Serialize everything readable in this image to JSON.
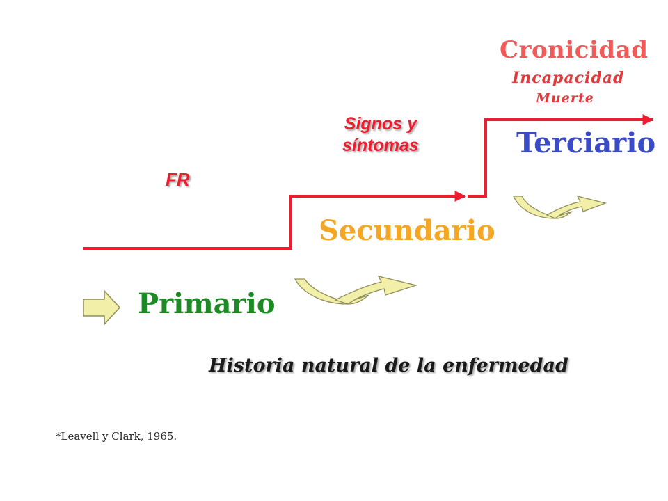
{
  "labels": {
    "cronicidad": "Cronicidad",
    "incapacidad": "Incapacidad",
    "muerte": "Muerte",
    "signos_line1": "Signos y",
    "signos_line2": "síntomas",
    "fr": "FR",
    "terciario": "Terciario",
    "secundario": "Secundario",
    "primario": "Primario",
    "historia": "Historia natural de la enfermedad",
    "cita": "*Leavell y Clark, 1965."
  },
  "colors": {
    "step_line": "#ee1c2e",
    "arrow_fill": "#f1efa8",
    "arrow_stroke": "#8f8d5c",
    "primario": "#1e8a26",
    "secundario": "#f5a623",
    "terciario": "#3a4bc7",
    "cronicidad": "#f25a5a"
  },
  "icons": {
    "entry": "block-right-arrow-icon",
    "transition": "curved-up-arrow-icon"
  }
}
